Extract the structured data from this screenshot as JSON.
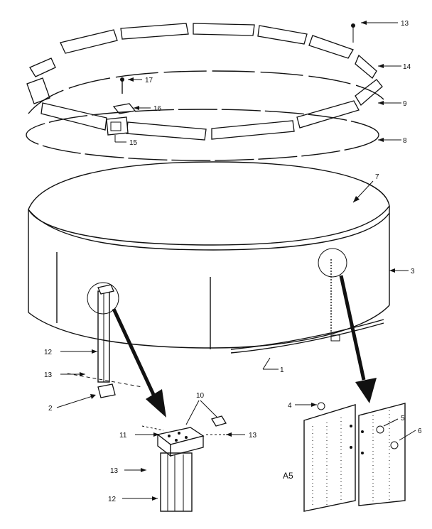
{
  "diagram": {
    "labels": {
      "l13_top": "13",
      "l14": "14",
      "l9": "9",
      "l8": "8",
      "l17": "17",
      "l16": "16",
      "l15": "15",
      "l7": "7",
      "l3": "3",
      "l1": "1",
      "l12a": "12",
      "l13a": "13",
      "l2": "2",
      "l10": "10",
      "l11": "11",
      "l13b": "13",
      "l13c": "13",
      "l12b": "12",
      "l4": "4",
      "l5": "5",
      "l6": "6",
      "a5": "A5"
    }
  }
}
